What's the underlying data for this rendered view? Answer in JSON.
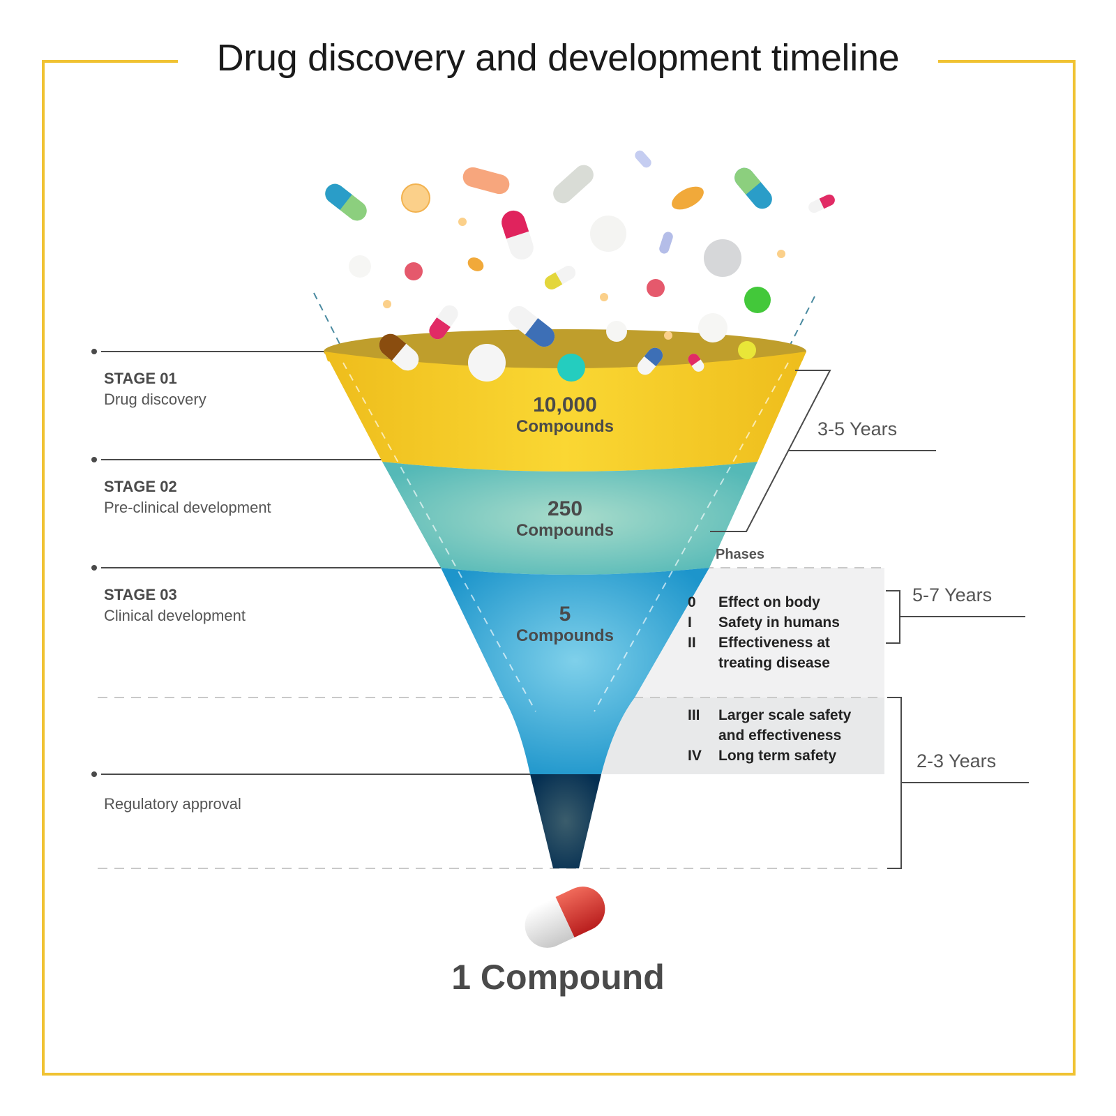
{
  "title": "Drug discovery and development timeline",
  "colors": {
    "frame": "#f0c232",
    "stage1": "#f5c92a",
    "stage2": "#5cbcb9",
    "stage3": "#2ea3d3",
    "approval": "#0d3a5c",
    "text": "#4a4a4a"
  },
  "stages": [
    {
      "code": "STAGE 01",
      "name": "Drug discovery",
      "count": "10,000",
      "unit": "Compounds"
    },
    {
      "code": "STAGE 02",
      "name": "Pre-clinical development",
      "count": "250",
      "unit": "Compounds"
    },
    {
      "code": "STAGE 03",
      "name": "Clinical development",
      "count": "5",
      "unit": "Compounds"
    }
  ],
  "regulatory": {
    "name": "Regulatory approval"
  },
  "durations": [
    {
      "label": "3-5 Years"
    },
    {
      "label": "5-7 Years"
    },
    {
      "label": "2-3 Years"
    }
  ],
  "phases": {
    "title": "Phases",
    "items": [
      {
        "num": "0",
        "text": "Effect on body"
      },
      {
        "num": "I",
        "text": "Safety in humans"
      },
      {
        "num": "II",
        "text": "Effectiveness at"
      },
      {
        "num": "",
        "text": "treating disease"
      },
      {
        "num": "III",
        "text": "Larger scale safety"
      },
      {
        "num": "",
        "text": "and effectiveness"
      },
      {
        "num": "IV",
        "text": "Long term safety"
      }
    ]
  },
  "result": {
    "label": "1 Compound",
    "icon": "capsule-icon"
  }
}
